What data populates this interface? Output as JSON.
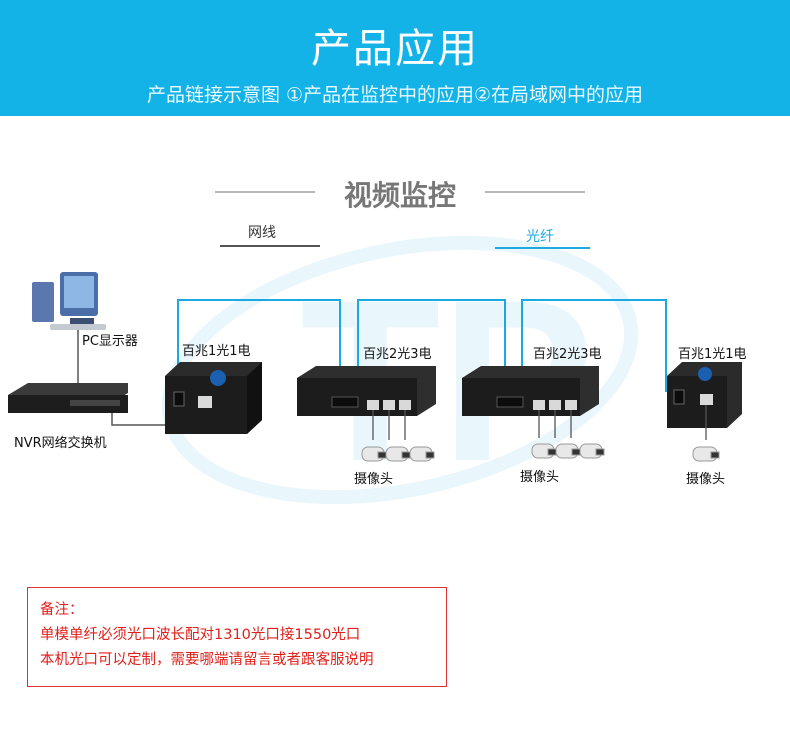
{
  "banner": {
    "title": "产品应用",
    "subtitle": "产品链接示意图 ①产品在监控中的应用②在局域网中的应用",
    "color": "#13b3e8"
  },
  "section": {
    "title": "视频监控"
  },
  "legend": {
    "cable_label": "网线",
    "fiber_label": "光纤",
    "fiber_color": "#1aa9e0",
    "cable_color": "#555555"
  },
  "devices": {
    "pc_label": "PC显示器",
    "nvr_label": "NVR网络交换机",
    "converter_left_label": "百兆1光1电",
    "switch_left_label": "百兆2光3电",
    "switch_right_label": "百兆2光3电",
    "converter_right_label": "百兆1光1电",
    "camera_label_1": "摄像头",
    "camera_label_2": "摄像头",
    "camera_label_3": "摄像头"
  },
  "notes": {
    "line1": "备注：",
    "line2": "单模单纤必须光口波长配对1310光口接1550光口",
    "line3": "本机光口可以定制，需要哪端请留言或者跟客服说明"
  }
}
